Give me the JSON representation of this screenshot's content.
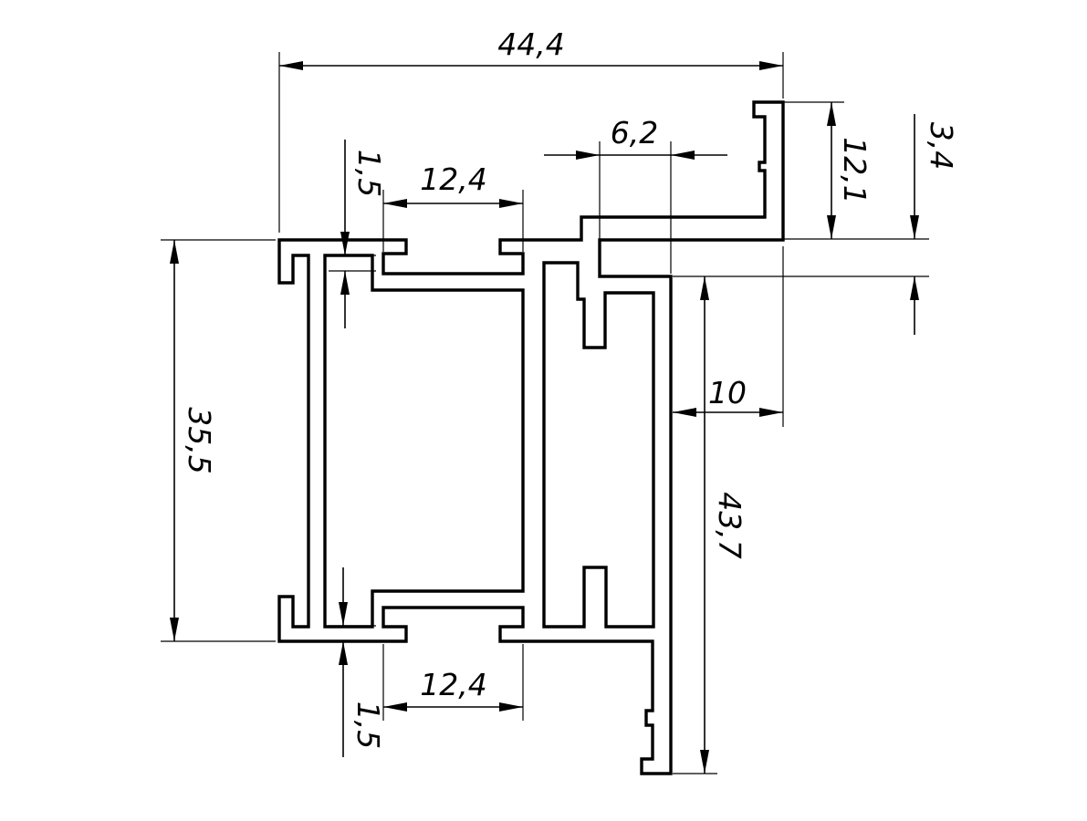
{
  "dimensions": {
    "overall_width": "44,4",
    "top_flange_height": "12,1",
    "step_offset": "3,4",
    "lip_width": "6,2",
    "upper_slot_width": "12,4",
    "upper_wall": "1,5",
    "profile_height": "35,5",
    "lower_slot_width": "12,4",
    "lower_wall": "1,5",
    "offset_10": "10",
    "right_leg_height": "43,7"
  },
  "colors": {
    "line": "#000000",
    "background": "#ffffff"
  }
}
